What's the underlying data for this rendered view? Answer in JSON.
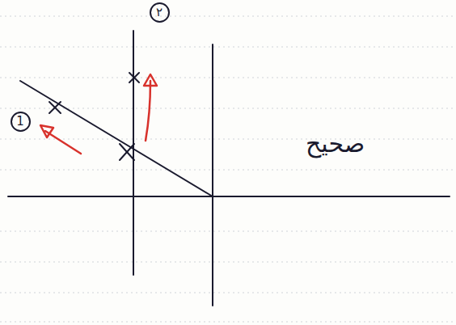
{
  "diagram": {
    "nodes": [
      {
        "text": [
          "1"
        ]
      },
      {
        "text": [
          "۲"
        ]
      }
    ],
    "labels": [
      "صحیح"
    ]
  }
}
